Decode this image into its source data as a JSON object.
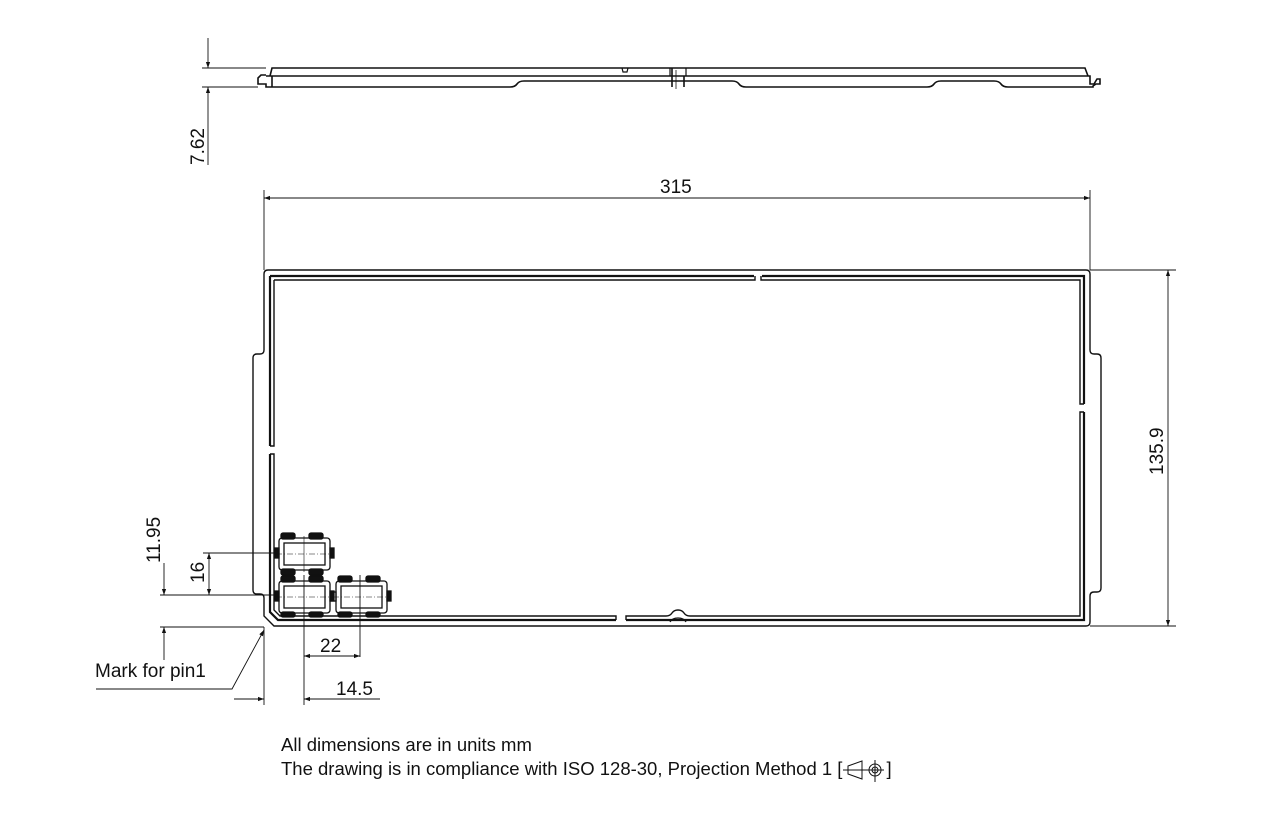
{
  "drawing": {
    "type": "tray technical drawing",
    "side_view": {
      "thickness_label": "7.62"
    },
    "top_view": {
      "width_label": "315",
      "height_label": "135.9",
      "pocket_vertical_offset_label": "11.95",
      "pocket_pitch_y_label": "16",
      "pocket_pitch_x_label": "22",
      "pocket_horizontal_offset_label": "14.5",
      "pin1_callout": "Mark for pin1"
    },
    "notes": {
      "line1": "All dimensions are in units mm",
      "line2": "The drawing is in compliance with ISO 128-30, Projection Method 1 [",
      "line2_end": "]",
      "projection_icon": "first-angle-projection-icon"
    },
    "colors": {
      "line": "#111111",
      "background": "#ffffff"
    }
  }
}
